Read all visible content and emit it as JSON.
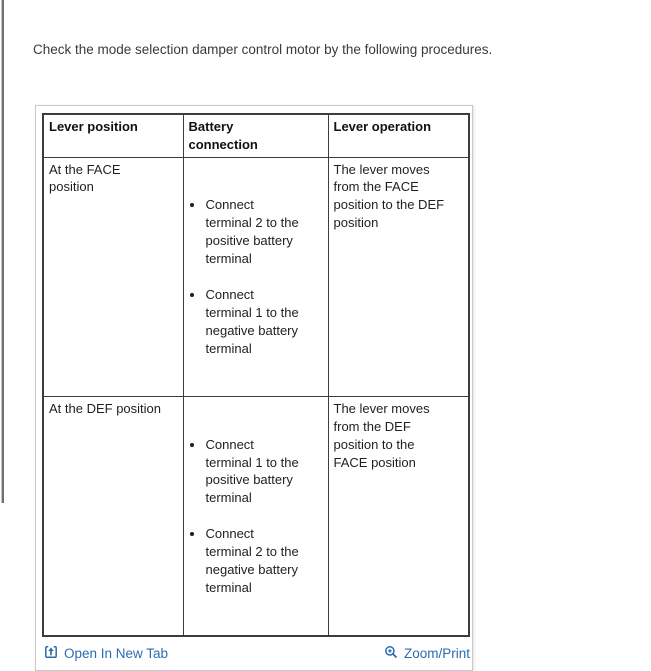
{
  "page": {
    "intro": "Check the mode selection damper control motor by the following procedures."
  },
  "table": {
    "headers": [
      "Lever position",
      "Battery\nconnection",
      "Lever operation"
    ],
    "rows": [
      {
        "lever_position": "At the FACE\nposition",
        "battery_connection": [
          "Connect\nterminal 2 to the\npositive battery\nterminal",
          "Connect\nterminal 1 to the\nnegative battery\nterminal"
        ],
        "lever_operation": "The lever moves\nfrom the FACE\nposition to the DEF\nposition"
      },
      {
        "lever_position": "At the DEF position",
        "battery_connection": [
          "Connect\nterminal 1 to the\npositive battery\nterminal",
          "Connect\nterminal 2 to the\nnegative battery\nterminal"
        ],
        "lever_operation": "The lever moves\nfrom the DEF\nposition to the\nFACE position"
      }
    ]
  },
  "footer": {
    "open_in_new_tab_label": "Open In New Tab",
    "zoom_print_label": "Zoom/Print"
  },
  "icons": {
    "open_in_new_tab": "open-in-new-tab-icon",
    "zoom_in": "zoom-in-plus-icon"
  },
  "colors": {
    "link_blue": "#2b6cb0",
    "table_border": "#3d3d3d",
    "container_border": "#c9c9c9",
    "divider_dark": "#6f6f6f",
    "body_text": "#3a3a3a"
  }
}
